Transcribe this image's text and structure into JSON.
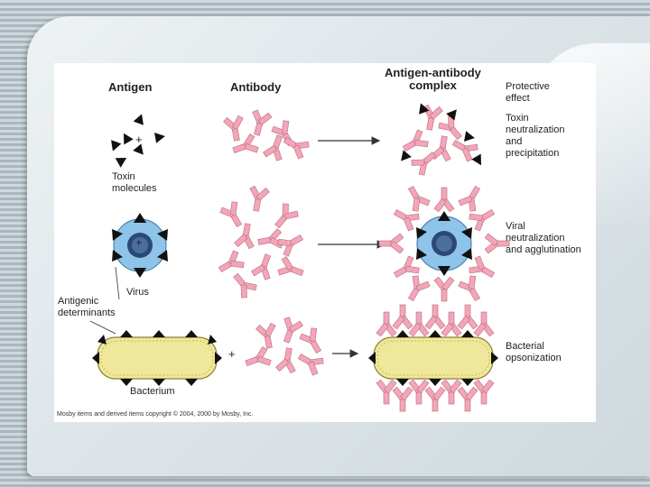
{
  "figure": {
    "headers": {
      "antigen": "Antigen",
      "antibody": "Antibody",
      "complex": "Antigen-antibody\ncomplex",
      "effect": "Protective\neffect"
    },
    "rows": [
      {
        "label": "Toxin\nmolecules",
        "plus": "+",
        "effect": "Toxin\nneutralization\nand\nprecipitation"
      },
      {
        "label": "Virus",
        "plus": "+",
        "effect": "Viral\nneutralization\nand agglutination"
      },
      {
        "label": "Bacterium",
        "plus": "+",
        "effect": "Bacterial\nopsonization"
      }
    ],
    "antigenic_determinants_label": "Antigenic\ndeterminants",
    "copyright": "Mosby items and derived items copyright © 2004, 2000 by Mosby, Inc.",
    "colors": {
      "antibody": "#f3a6b8",
      "antibody_stroke": "#b86a7e",
      "virus": "#8ec3ea",
      "bacterium": "#efe79a",
      "determinant": "#111111"
    }
  }
}
